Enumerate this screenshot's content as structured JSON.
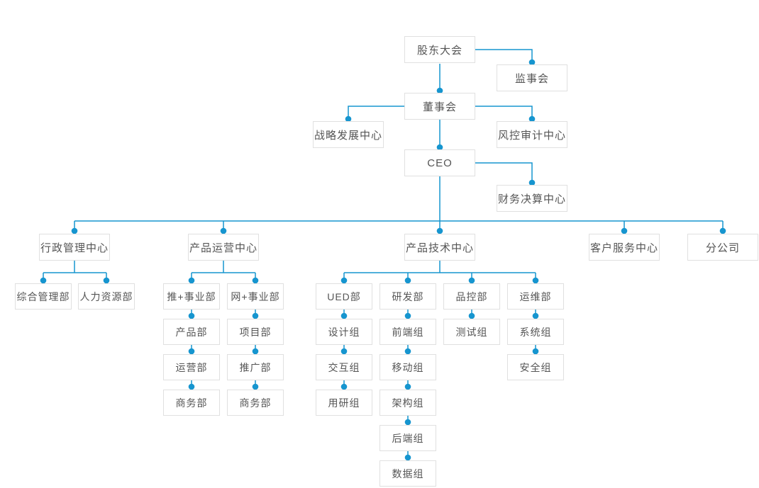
{
  "colors": {
    "connector": "#1695cf",
    "box_border": "#e0e0e0",
    "box_fill": "#ffffff",
    "text": "#555555",
    "background": "#ffffff"
  },
  "nodes": {
    "shareholders_meeting": {
      "label": "股东大会"
    },
    "supervisory_board": {
      "label": "监事会"
    },
    "board_of_directors": {
      "label": "董事会"
    },
    "strategy_dev_center": {
      "label": "战略发展中心"
    },
    "risk_audit_center": {
      "label": "风控审计中心"
    },
    "ceo": {
      "label": "CEO"
    },
    "finance_settlement_center": {
      "label": "财务决算中心"
    },
    "admin_mgmt_center": {
      "label": "行政管理中心"
    },
    "product_ops_center": {
      "label": "产品运营中心"
    },
    "product_tech_center": {
      "label": "产品技术中心"
    },
    "customer_service_center": {
      "label": "客户服务中心"
    },
    "branch_company": {
      "label": "分公司"
    },
    "general_mgmt_dept": {
      "label": "综合管理部"
    },
    "hr_dept": {
      "label": "人力资源部"
    },
    "tui_business_unit": {
      "label": "推+事业部"
    },
    "wang_business_unit": {
      "label": "网+事业部"
    },
    "product_dept": {
      "label": "产品部"
    },
    "project_dept": {
      "label": "项目部"
    },
    "operations_dept": {
      "label": "运营部"
    },
    "promotion_dept": {
      "label": "推广部"
    },
    "business_dept_a": {
      "label": "商务部"
    },
    "business_dept_b": {
      "label": "商务部"
    },
    "ued_dept": {
      "label": "UED部"
    },
    "rd_dept": {
      "label": "研发部"
    },
    "qc_dept": {
      "label": "品控部"
    },
    "maintenance_dept": {
      "label": "运维部"
    },
    "design_group": {
      "label": "设计组"
    },
    "interaction_group": {
      "label": "交互组"
    },
    "user_research_group": {
      "label": "用研组"
    },
    "frontend_group": {
      "label": "前端组"
    },
    "mobile_group": {
      "label": "移动组"
    },
    "architecture_group": {
      "label": "架构组"
    },
    "backend_group": {
      "label": "后端组"
    },
    "data_group": {
      "label": "数据组"
    },
    "testing_group": {
      "label": "测试组"
    },
    "system_group": {
      "label": "系统组"
    },
    "security_group": {
      "label": "安全组"
    }
  },
  "structure": {
    "label": "股东大会",
    "aside": [
      "监事会"
    ],
    "children": [
      {
        "label": "董事会",
        "aside": [
          "战略发展中心",
          "风控审计中心"
        ],
        "children": [
          {
            "label": "CEO",
            "aside": [
              "财务决算中心"
            ],
            "children": [
              {
                "label": "行政管理中心",
                "children": [
                  {
                    "label": "综合管理部"
                  },
                  {
                    "label": "人力资源部"
                  }
                ]
              },
              {
                "label": "产品运营中心",
                "children": [
                  {
                    "label": "推+事业部",
                    "stack": [
                      "产品部",
                      "运营部",
                      "商务部"
                    ]
                  },
                  {
                    "label": "网+事业部",
                    "stack": [
                      "项目部",
                      "推广部",
                      "商务部"
                    ]
                  }
                ]
              },
              {
                "label": "产品技术中心",
                "children": [
                  {
                    "label": "UED部",
                    "stack": [
                      "设计组",
                      "交互组",
                      "用研组"
                    ]
                  },
                  {
                    "label": "研发部",
                    "stack": [
                      "前端组",
                      "移动组",
                      "架构组",
                      "后端组",
                      "数据组"
                    ]
                  },
                  {
                    "label": "品控部",
                    "stack": [
                      "测试组"
                    ]
                  },
                  {
                    "label": "运维部",
                    "stack": [
                      "系统组",
                      "安全组"
                    ]
                  }
                ]
              },
              {
                "label": "客户服务中心"
              },
              {
                "label": "分公司"
              }
            ]
          }
        ]
      }
    ]
  }
}
